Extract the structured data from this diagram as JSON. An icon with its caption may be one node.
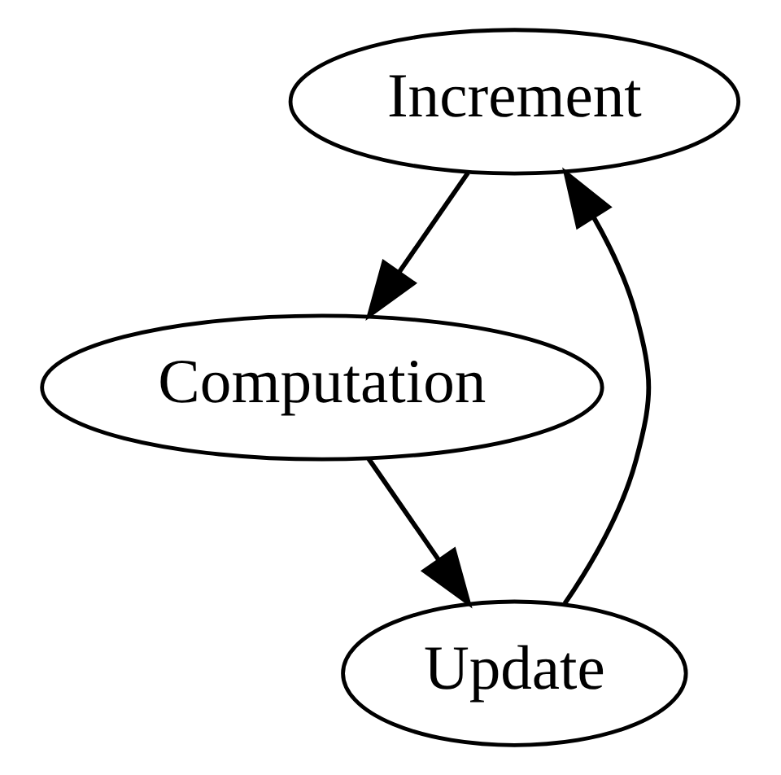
{
  "diagram": {
    "nodes": [
      {
        "text": [
          "Increment"
        ]
      },
      {
        "text": [
          "Computation"
        ]
      },
      {
        "text": [
          "Update"
        ]
      }
    ],
    "edges": [
      {
        "from": 0,
        "to": 1,
        "arrow": "to"
      },
      {
        "from": 1,
        "to": 2,
        "arrow": "to"
      },
      {
        "from": 2,
        "to": 0,
        "arrow": "to"
      }
    ]
  }
}
